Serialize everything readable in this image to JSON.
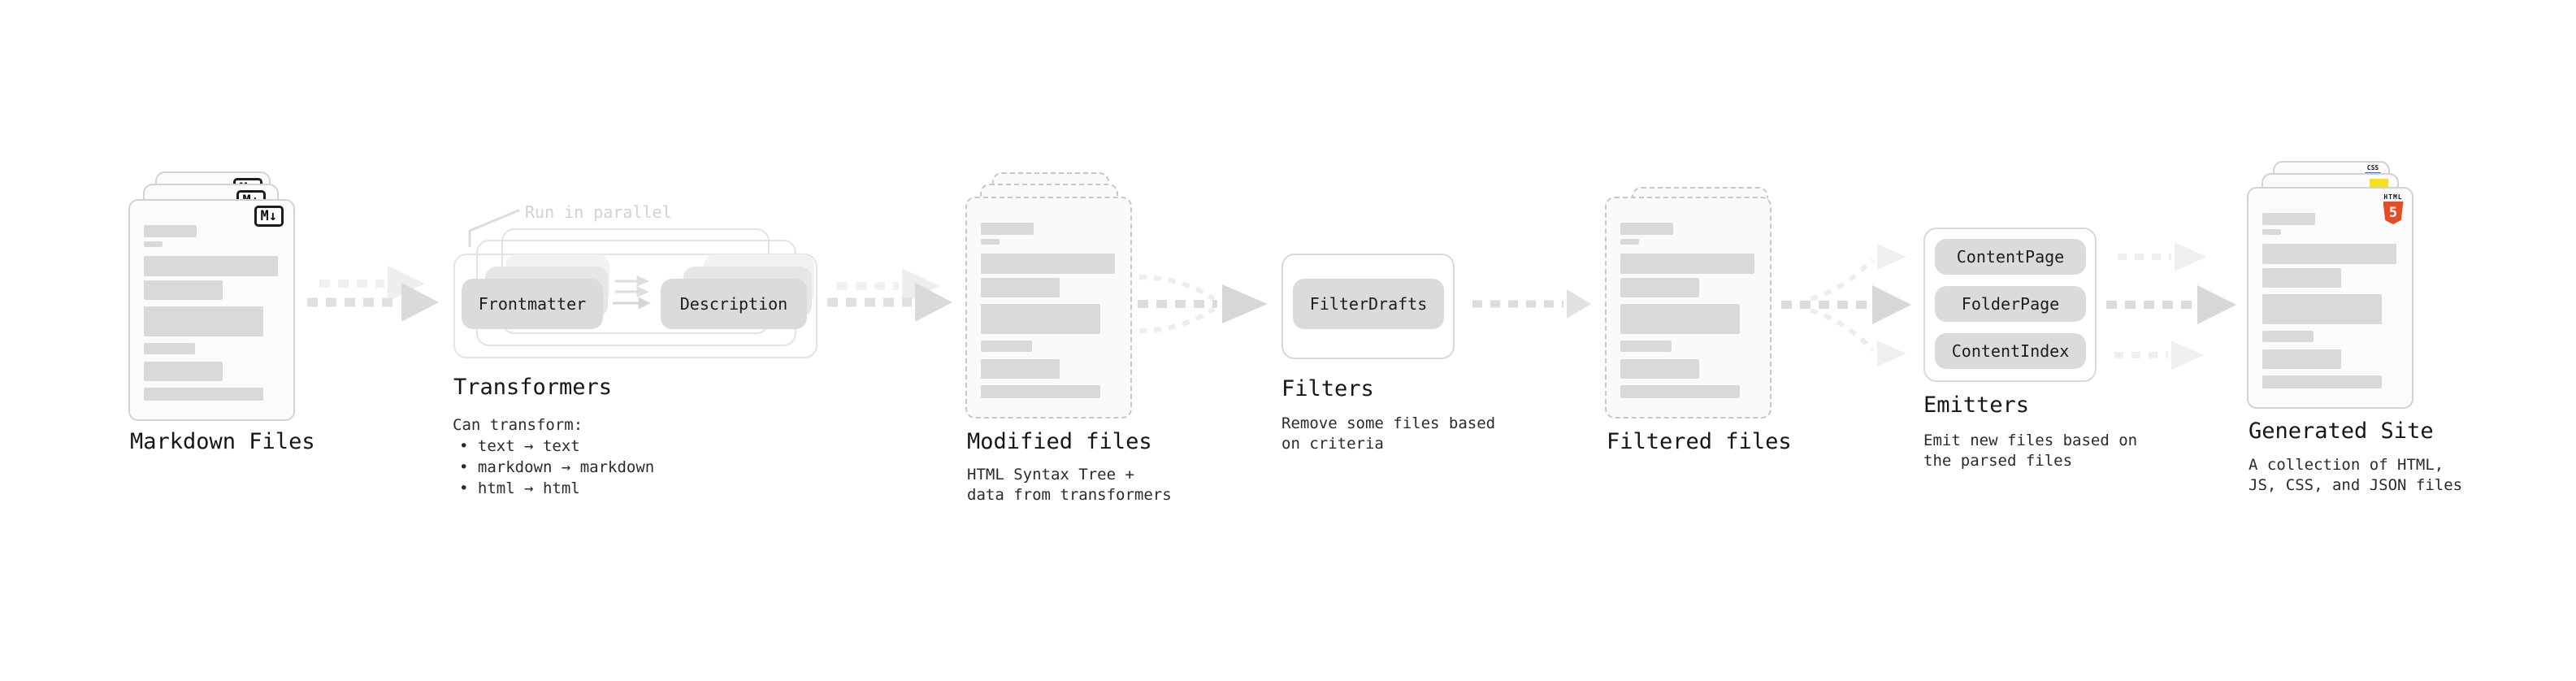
{
  "colors": {
    "arrow_main": "#dcdcdc",
    "arrow_main_head": "#d7d7d7",
    "arrow_light": "#efefef",
    "bar_fill": "#d9d9d9",
    "button_fill": "#dbdbdb",
    "card_border": "#d2d2d2",
    "card_border_dashed": "#c7c7c7",
    "note_gray": "#d2d2d2",
    "text_dark": "#1d1d1d",
    "html5_orange": "#e44d26",
    "js_yellow": "#f7df1e",
    "css_blue": "#2d6fe3"
  },
  "stages": {
    "markdown_files": {
      "label": "Markdown Files",
      "badge": "M↓"
    },
    "transformers": {
      "note": "Run in parallel",
      "step1": "Frontmatter",
      "step2": "Description",
      "title": "Transformers",
      "subtitle": "Can transform:",
      "bullets": [
        "• text → text",
        "• markdown → markdown",
        "• html → html"
      ]
    },
    "modified_files": {
      "label": "Modified files",
      "desc_line1": "HTML Syntax Tree +",
      "desc_line2": "data from transformers"
    },
    "filters": {
      "title": "Filters",
      "button": "FilterDrafts",
      "desc_line1": "Remove some files based",
      "desc_line2": "on criteria"
    },
    "filtered_files": {
      "label": "Filtered files"
    },
    "emitters": {
      "title": "Emitters",
      "buttons": [
        "ContentPage",
        "FolderPage",
        "ContentIndex"
      ],
      "desc_line1": "Emit new files based on",
      "desc_line2": "the parsed files"
    },
    "generated_site": {
      "label": "Generated Site",
      "badge_html": "HTML",
      "badge_html_number": "5",
      "badge_css": "CSS",
      "desc_line1": "A collection of HTML,",
      "desc_line2": "JS, CSS, and JSON files"
    }
  }
}
